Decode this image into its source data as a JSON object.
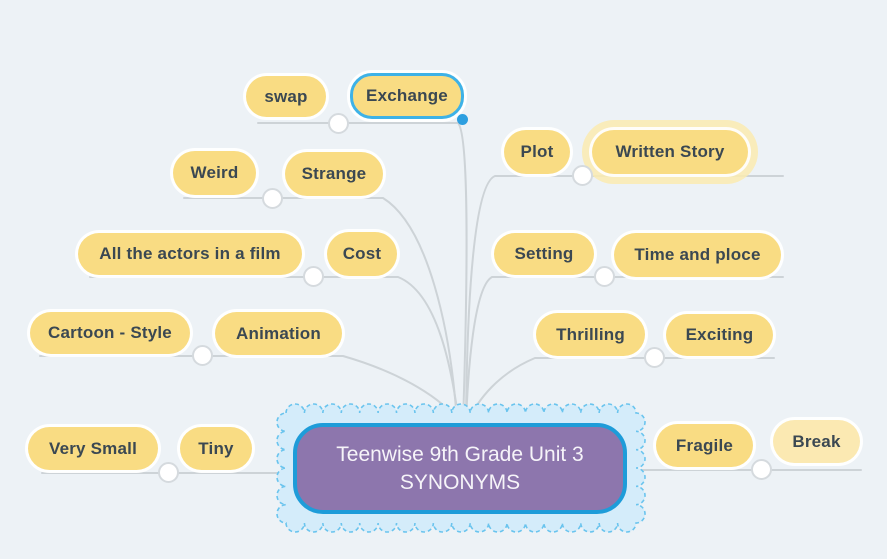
{
  "central": {
    "title": "Teenwise 9th Grade Unit 3",
    "subtitle": "SYNONYMS"
  },
  "branches": [
    {
      "left": "swap",
      "right": "Exchange",
      "state": "selected"
    },
    {
      "left": "Plot",
      "right": "Written Story",
      "state": "highlighted"
    },
    {
      "left": "Weird",
      "right": "Strange",
      "state": "normal"
    },
    {
      "left": "All the actors in a film",
      "right": "Cost",
      "state": "normal"
    },
    {
      "left": "Setting",
      "right": "Time and ploce",
      "state": "normal"
    },
    {
      "left": "Cartoon - Style",
      "right": "Animation",
      "state": "normal"
    },
    {
      "left": "Thrilling",
      "right": "Exciting",
      "state": "normal"
    },
    {
      "left": "Very Small",
      "right": "Tiny",
      "state": "normal"
    },
    {
      "left": "Fragile",
      "right": "Break",
      "state": "light-fill"
    }
  ],
  "colors": {
    "background": "#EDF2F6",
    "node_fill": "#F9DC83",
    "node_fill_light": "#FBE9B2",
    "node_text": "#3B4852",
    "connector_line": "#CDD3D7",
    "central_fill": "#8D76AD",
    "central_border": "#1E9CD9",
    "central_text": "#F6F4F9",
    "selection_border": "#3EB2E7",
    "drag_handle": "#2D9FE0",
    "cloud_fill": "#D4ECFA",
    "cloud_border": "#6AC4EE"
  }
}
